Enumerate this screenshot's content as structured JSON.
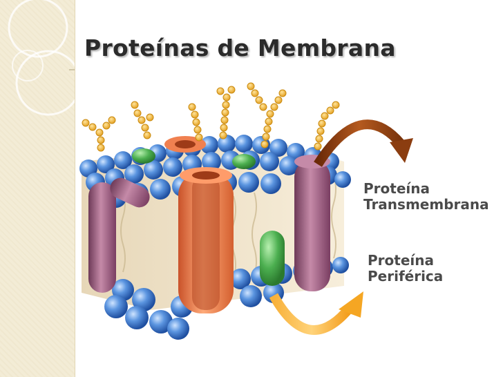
{
  "slide": {
    "title": "Proteínas de Membrana"
  },
  "labels": {
    "transmembrane": "Proteína\nTransmembrana",
    "peripheral": "Proteína\nPeriférica"
  },
  "icons": {
    "arrow_top": "curved-arrow-brown-icon",
    "arrow_bottom": "curved-arrow-orange-icon"
  },
  "colors": {
    "title_text": "#2b2b2b",
    "label_text": "#4a4a4a",
    "lipid_head": "#4a86d6",
    "transmembrane_protein": "#9b5a7a",
    "channel_protein": "#f08050",
    "peripheral_protein": "#4caf50",
    "carbohydrate": "#f2b632",
    "arrow_top": "#8b3d10",
    "arrow_bottom": "#f5a623",
    "sidebar": "#f3ecd6"
  }
}
